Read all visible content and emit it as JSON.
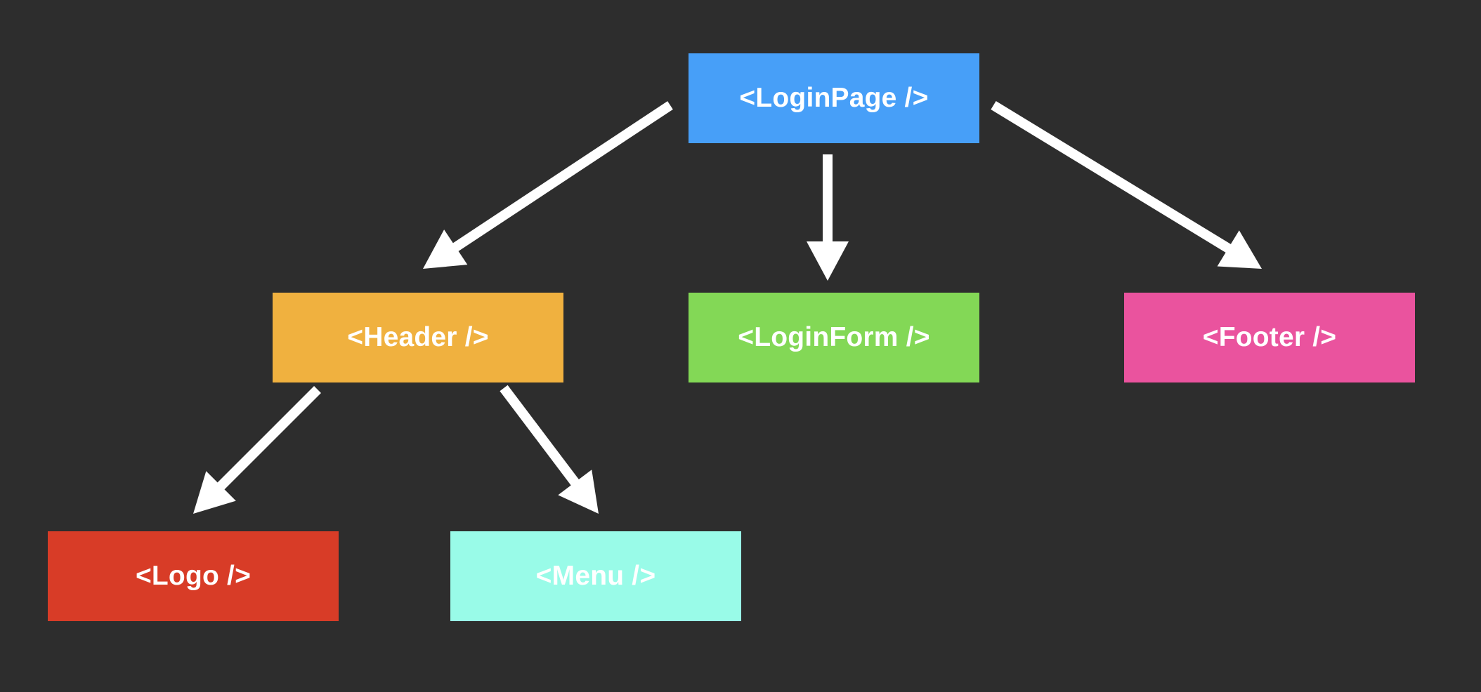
{
  "nodes": {
    "loginpage": {
      "label": "<LoginPage />",
      "color": "#479ff8"
    },
    "header": {
      "label": "<Header />",
      "color": "#f0b13f"
    },
    "loginform": {
      "label": "<LoginForm />",
      "color": "#83d856"
    },
    "footer": {
      "label": "<Footer />",
      "color": "#ea539e"
    },
    "logo": {
      "label": "<Logo />",
      "color": "#d83c27"
    },
    "menu": {
      "label": "<Menu />",
      "color": "#99fbe8"
    }
  },
  "edges": [
    {
      "from": "loginpage",
      "to": "header"
    },
    {
      "from": "loginpage",
      "to": "loginform"
    },
    {
      "from": "loginpage",
      "to": "footer"
    },
    {
      "from": "header",
      "to": "logo"
    },
    {
      "from": "header",
      "to": "menu"
    }
  ],
  "edge_color": "#ffffff",
  "background": "#2d2d2d"
}
